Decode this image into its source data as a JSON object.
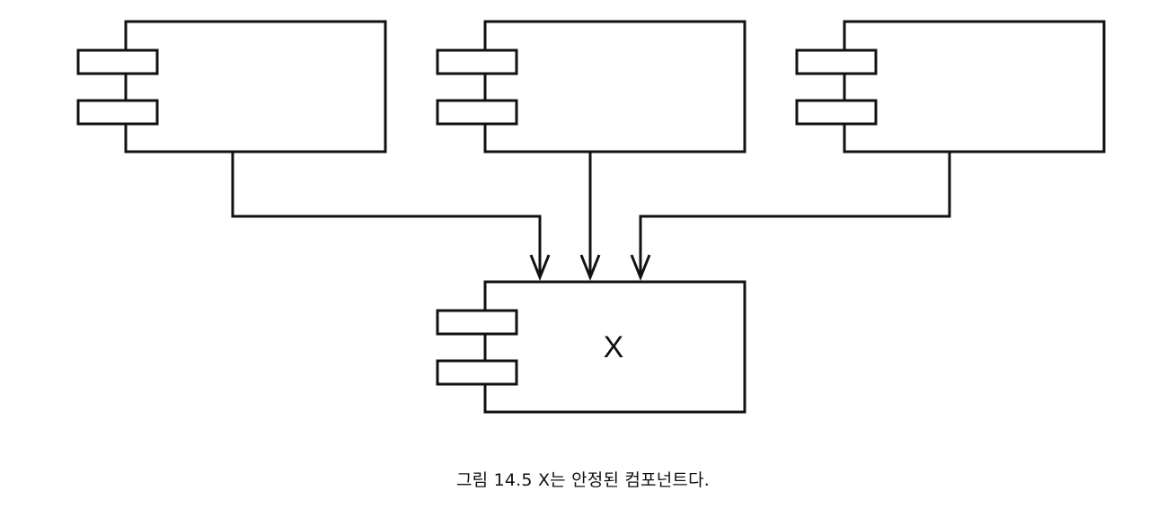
{
  "diagram": {
    "components": [
      {
        "id": "dependent-1",
        "label": ""
      },
      {
        "id": "dependent-2",
        "label": ""
      },
      {
        "id": "dependent-3",
        "label": ""
      },
      {
        "id": "stable",
        "label": "X"
      }
    ],
    "dependencies": [
      {
        "from": "dependent-1",
        "to": "stable"
      },
      {
        "from": "dependent-2",
        "to": "stable"
      },
      {
        "from": "dependent-3",
        "to": "stable"
      }
    ]
  },
  "caption": "그림 14.5 X는 안정된 컴포넌트다."
}
